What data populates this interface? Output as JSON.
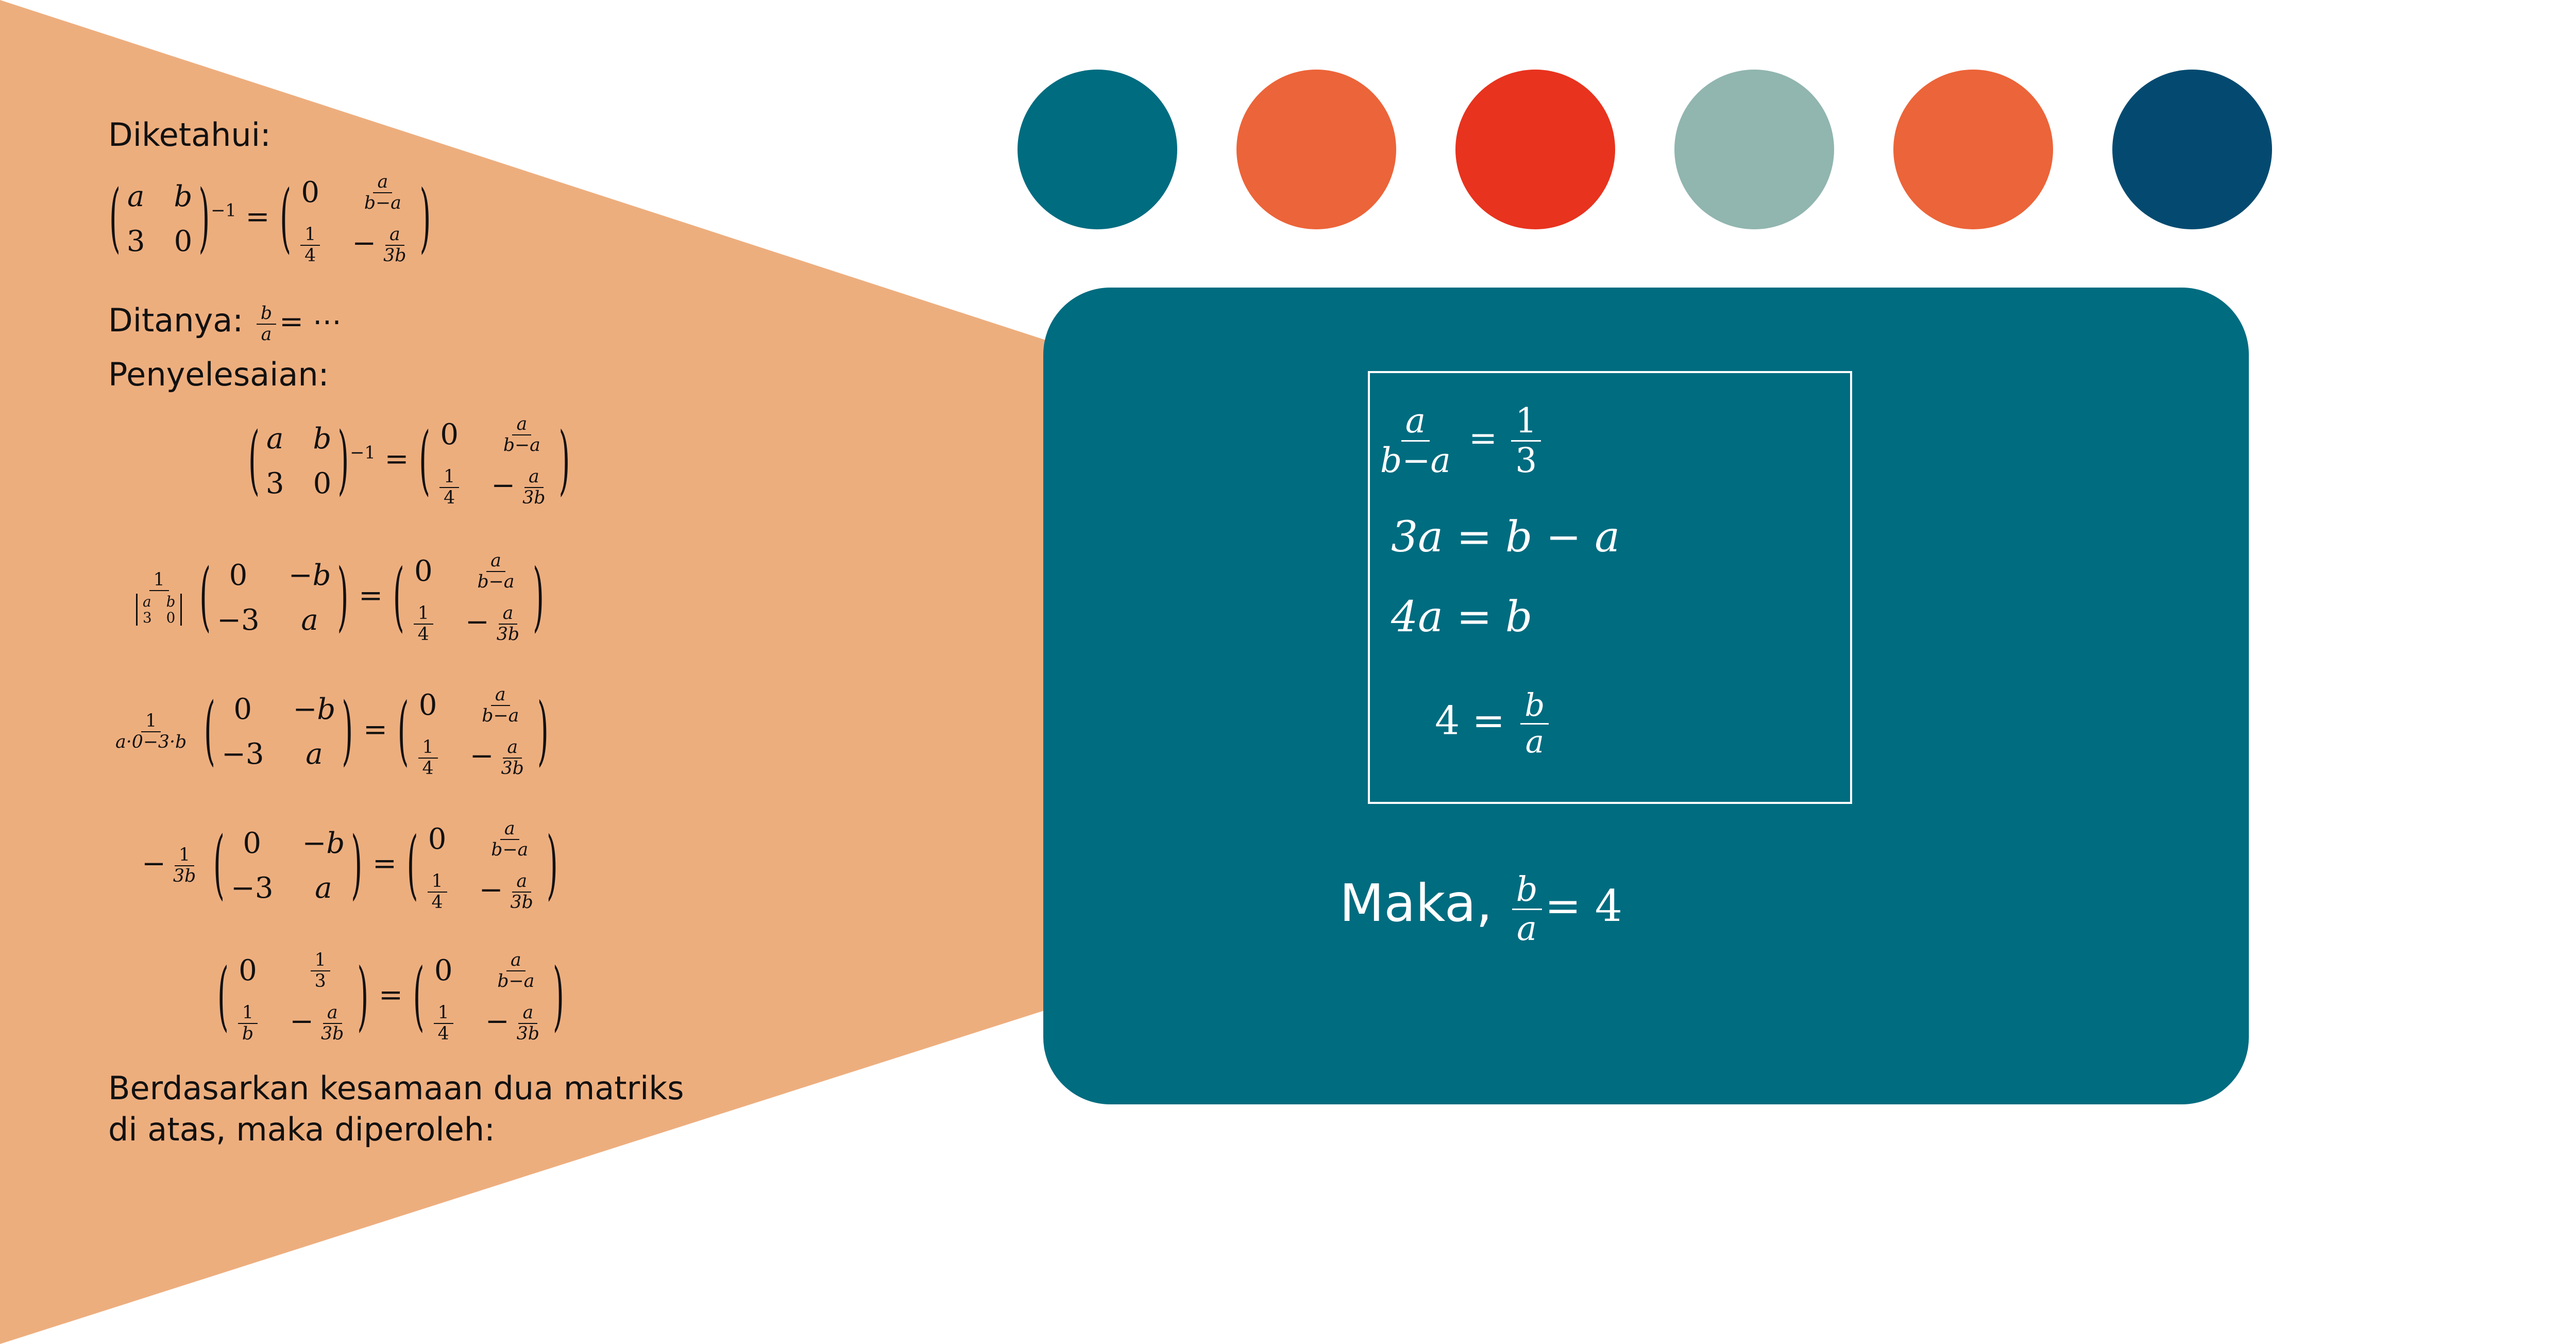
{
  "colors": {
    "wedge": "#edae7e",
    "panel": "#006c80",
    "circles": [
      "#006c80",
      "#ec6439",
      "#e8331e",
      "#91b5af",
      "#ec6439",
      "#044a70"
    ]
  },
  "left": {
    "diketahui_label": "Diketahui:",
    "ditanya_label": "Ditanya:",
    "ditanya_tail": "= ⋯",
    "penyelesaian_label": "Penyelesaian:",
    "conclusion_line1": "Berdasarkan kesamaan dua matriks",
    "conclusion_line2": "di atas, maka diperoleh:"
  },
  "sym": {
    "a": "a",
    "b": "b",
    "three": "3",
    "zero": "0",
    "one": "1",
    "four": "4",
    "minus_b": "−b",
    "minus_three": "−3",
    "minus": "−",
    "inv": "−1",
    "eq": "=",
    "b_minus_a": "b−a",
    "three_b": "3b",
    "one_third": "1",
    "det_expr": "a·0−3·b"
  },
  "panel": {
    "line1_num": "a",
    "line1_den": "b−a",
    "line1_rhs_num": "1",
    "line1_rhs_den": "3",
    "line2": "3a = b − a",
    "line3": "4a = b",
    "line4_lhs": "4 =",
    "line4_num": "b",
    "line4_den": "a",
    "conclusion_word": "Maka,",
    "conclusion_num": "b",
    "conclusion_den": "a",
    "conclusion_rhs": "= 4"
  }
}
